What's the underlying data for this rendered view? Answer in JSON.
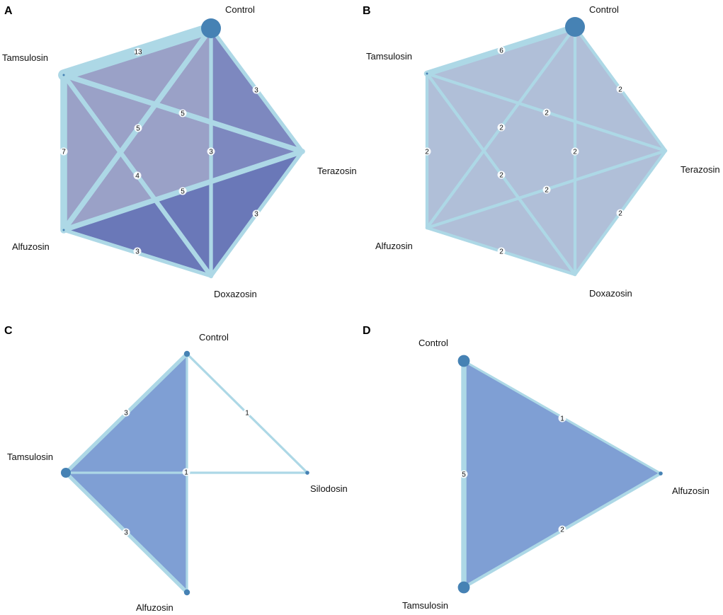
{
  "colors": {
    "edge": "#add8e6",
    "node": "#4682b4",
    "label_bg": "#ffffff"
  },
  "panels": [
    {
      "id": "A",
      "letter": "A",
      "nodes": [
        {
          "id": "Control",
          "label": "Control",
          "size": 1.0
        },
        {
          "id": "Tamsulosin",
          "label": "Tamsulosin",
          "size": 0.08
        },
        {
          "id": "Alfuzosin",
          "label": "Alfuzosin",
          "size": 0.08
        },
        {
          "id": "Doxazosin",
          "label": "Doxazosin",
          "size": 0.0
        },
        {
          "id": "Terazosin",
          "label": "Terazosin",
          "size": 0.0
        }
      ],
      "edges": [
        {
          "from": "Control",
          "to": "Tamsulosin",
          "studies": "13"
        },
        {
          "from": "Control",
          "to": "Terazosin",
          "studies": "3"
        },
        {
          "from": "Control",
          "to": "Doxazosin",
          "studies": "3"
        },
        {
          "from": "Control",
          "to": "Alfuzosin",
          "studies": "5"
        },
        {
          "from": "Tamsulosin",
          "to": "Terazosin",
          "studies": "5"
        },
        {
          "from": "Tamsulosin",
          "to": "Alfuzosin",
          "studies": "7"
        },
        {
          "from": "Tamsulosin",
          "to": "Doxazosin",
          "studies": "4"
        },
        {
          "from": "Alfuzosin",
          "to": "Terazosin",
          "studies": "5"
        },
        {
          "from": "Alfuzosin",
          "to": "Doxazosin",
          "studies": "3"
        },
        {
          "from": "Doxazosin",
          "to": "Terazosin",
          "studies": "3"
        }
      ],
      "faces": [
        {
          "nodes": [
            "Control",
            "Tamsulosin",
            "Terazosin"
          ],
          "color": "#c8c9d9"
        },
        {
          "nodes": [
            "Tamsulosin",
            "Alfuzosin",
            "Terazosin"
          ],
          "color": "#c8c9d9"
        },
        {
          "nodes": [
            "Control",
            "Tamsulosin",
            "Doxazosin"
          ],
          "color": "#9aa1c7"
        },
        {
          "nodes": [
            "Control",
            "Doxazosin",
            "Terazosin"
          ],
          "color": "#7d88bf"
        },
        {
          "nodes": [
            "Tamsulosin",
            "Alfuzosin",
            "Doxazosin"
          ],
          "color": "#9aa1c7"
        },
        {
          "nodes": [
            "Alfuzosin",
            "Doxazosin",
            "Terazosin"
          ],
          "color": "#6a78b8"
        }
      ]
    },
    {
      "id": "B",
      "letter": "B",
      "nodes": [
        {
          "id": "Control",
          "label": "Control",
          "size": 1.0
        },
        {
          "id": "Tamsulosin",
          "label": "Tamsulosin",
          "size": 0.06
        },
        {
          "id": "Alfuzosin",
          "label": "Alfuzosin",
          "size": 0.0
        },
        {
          "id": "Doxazosin",
          "label": "Doxazosin",
          "size": 0.0
        },
        {
          "id": "Terazosin",
          "label": "Terazosin",
          "size": 0.0
        }
      ],
      "edges": [
        {
          "from": "Control",
          "to": "Tamsulosin",
          "studies": "6"
        },
        {
          "from": "Control",
          "to": "Terazosin",
          "studies": "2"
        },
        {
          "from": "Control",
          "to": "Doxazosin",
          "studies": "2"
        },
        {
          "from": "Control",
          "to": "Alfuzosin",
          "studies": "2"
        },
        {
          "from": "Tamsulosin",
          "to": "Terazosin",
          "studies": "2"
        },
        {
          "from": "Tamsulosin",
          "to": "Alfuzosin",
          "studies": "2"
        },
        {
          "from": "Tamsulosin",
          "to": "Doxazosin",
          "studies": "2"
        },
        {
          "from": "Alfuzosin",
          "to": "Terazosin",
          "studies": "2"
        },
        {
          "from": "Alfuzosin",
          "to": "Doxazosin",
          "studies": "2"
        },
        {
          "from": "Doxazosin",
          "to": "Terazosin",
          "studies": "2"
        }
      ],
      "faces": [
        {
          "nodes": [
            "Control",
            "Tamsulosin",
            "Alfuzosin",
            "Doxazosin",
            "Terazosin"
          ],
          "color": "#b0bfd8"
        }
      ]
    },
    {
      "id": "C",
      "letter": "C",
      "nodes": [
        {
          "id": "Control",
          "label": "Control",
          "size": 0.3
        },
        {
          "id": "Tamsulosin",
          "label": "Tamsulosin",
          "size": 0.5
        },
        {
          "id": "Alfuzosin",
          "label": "Alfuzosin",
          "size": 0.3
        },
        {
          "id": "Silodosin",
          "label": "Silodosin",
          "size": 0.2
        }
      ],
      "edges": [
        {
          "from": "Control",
          "to": "Tamsulosin",
          "studies": "3"
        },
        {
          "from": "Control",
          "to": "Silodosin",
          "studies": "1"
        },
        {
          "from": "Control",
          "to": "Alfuzosin",
          "studies": "1"
        },
        {
          "from": "Tamsulosin",
          "to": "Silodosin",
          "studies": "1"
        },
        {
          "from": "Tamsulosin",
          "to": "Alfuzosin",
          "studies": "3"
        }
      ],
      "faces": [
        {
          "nodes": [
            "Control",
            "Tamsulosin",
            "Alfuzosin"
          ],
          "color": "#7f9fd4"
        }
      ]
    },
    {
      "id": "D",
      "letter": "D",
      "nodes": [
        {
          "id": "Control",
          "label": "Control",
          "size": 0.6
        },
        {
          "id": "Tamsulosin",
          "label": "Tamsulosin",
          "size": 0.6
        },
        {
          "id": "Alfuzosin",
          "label": "Alfuzosin",
          "size": 0.2
        }
      ],
      "edges": [
        {
          "from": "Control",
          "to": "Tamsulosin",
          "studies": "5"
        },
        {
          "from": "Control",
          "to": "Alfuzosin",
          "studies": "1"
        },
        {
          "from": "Tamsulosin",
          "to": "Alfuzosin",
          "studies": "2"
        }
      ],
      "faces": [
        {
          "nodes": [
            "Control",
            "Alfuzosin",
            "Tamsulosin"
          ],
          "color": "#7f9fd4"
        }
      ]
    }
  ]
}
